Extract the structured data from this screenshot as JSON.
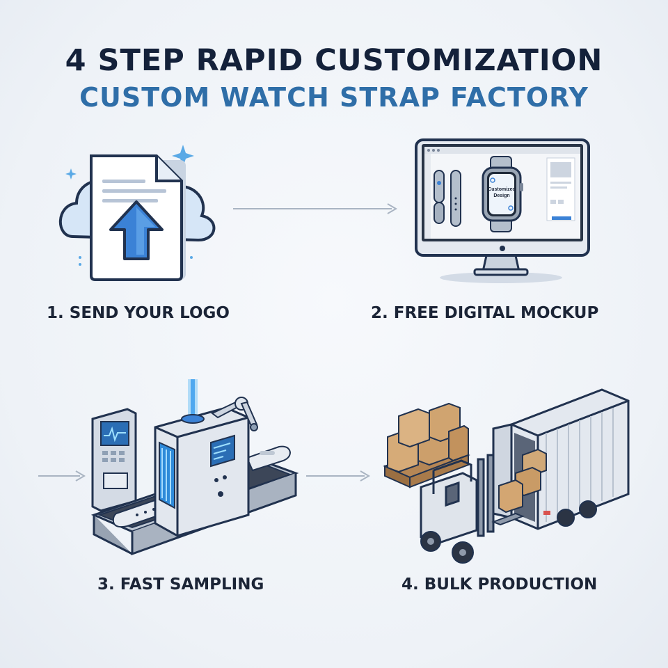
{
  "header": {
    "title": "4 STEP RAPID CUSTOMIZATION",
    "subtitle": "CUSTOM WATCH STRAP FACTORY"
  },
  "steps": [
    {
      "label": "1. SEND YOUR LOGO",
      "icon": "upload-document-cloud-icon"
    },
    {
      "label": "2. FREE DIGITAL MOCKUP",
      "icon": "monitor-watch-mockup-icon"
    },
    {
      "label": "3. FAST SAMPLING",
      "icon": "sampling-machine-icon"
    },
    {
      "label": "4. BULK PRODUCTION",
      "icon": "forklift-truck-icon"
    }
  ],
  "mockup": {
    "screen_text_line1": "Customized",
    "screen_text_line2": "Design"
  },
  "colors": {
    "title": "#14213a",
    "subtitle": "#2f6ea8",
    "accent_blue": "#3b82d6",
    "label": "#1b2436"
  }
}
